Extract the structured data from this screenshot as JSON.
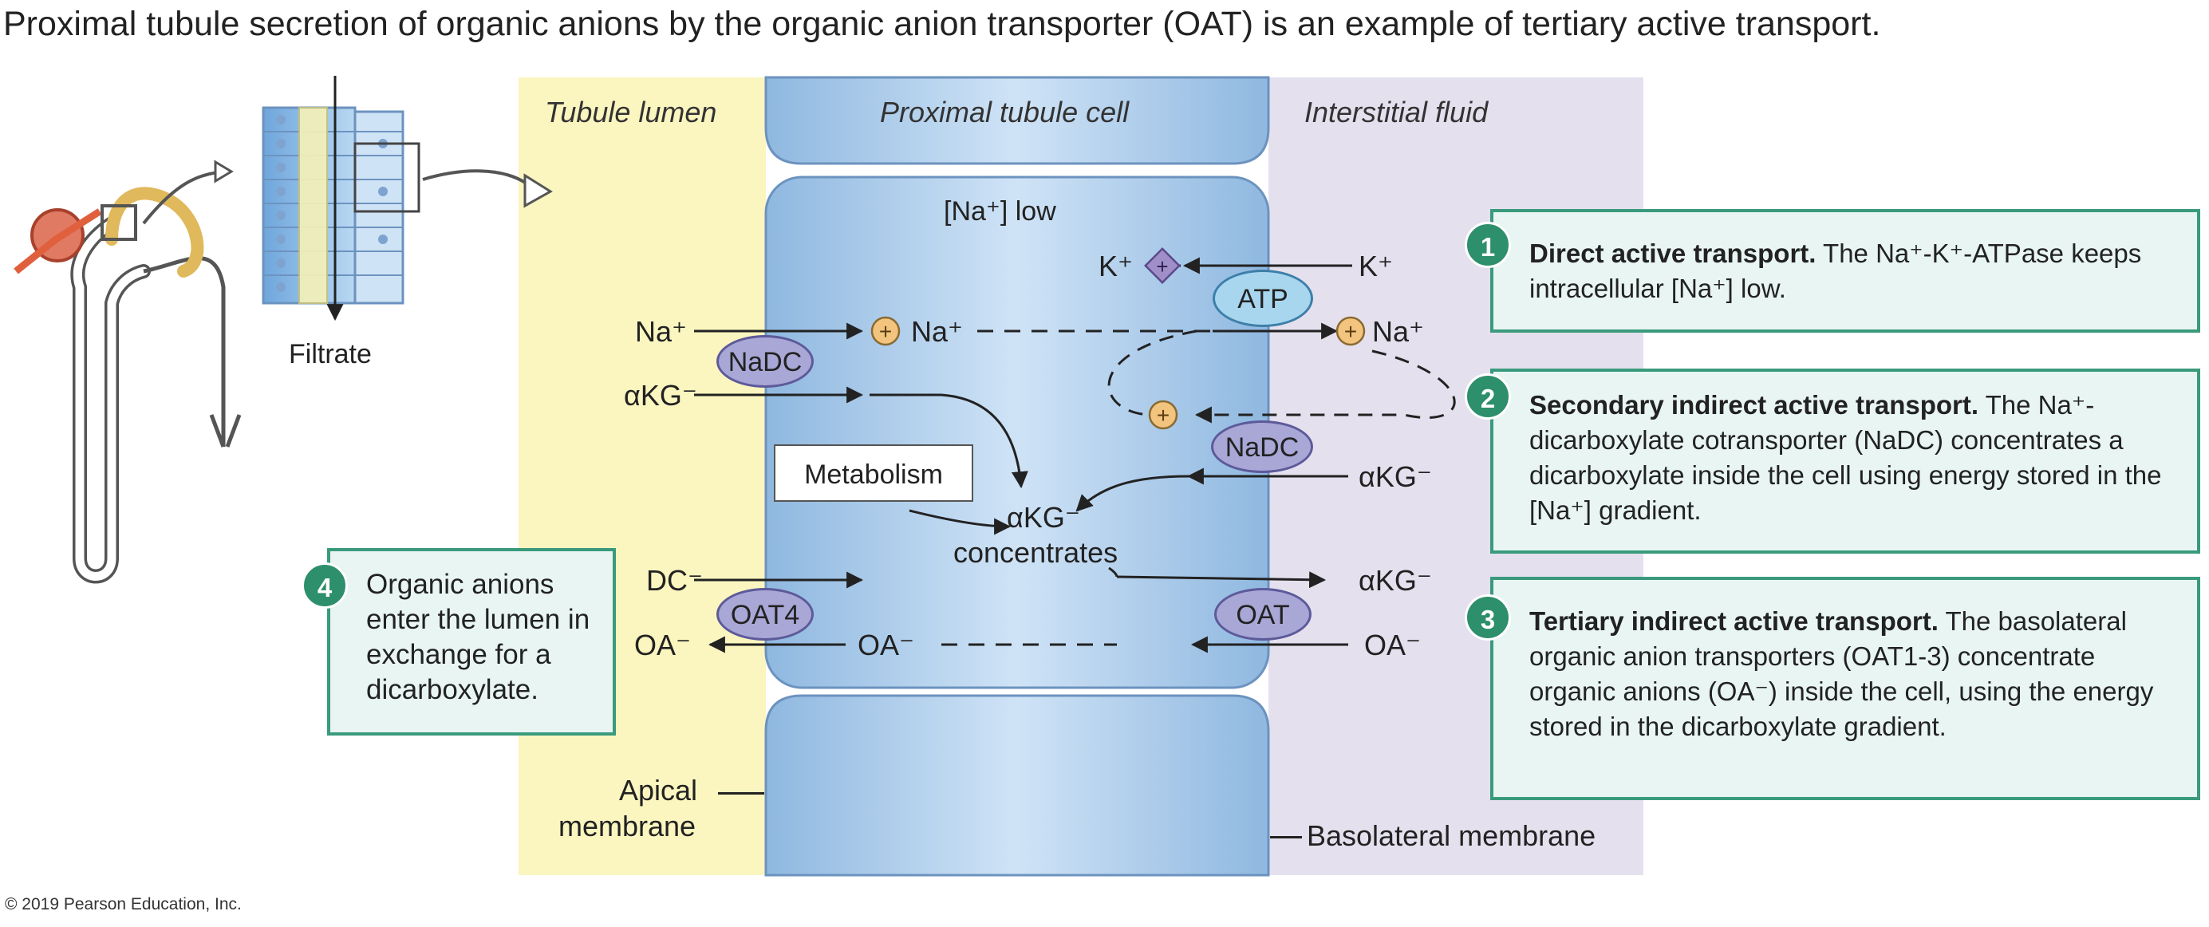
{
  "title": "Proximal tubule secretion of organic anions by the organic anion transporter (OAT) is an example of tertiary active transport.",
  "copyright": "© 2019 Pearson Education, Inc.",
  "regions": {
    "lumen": "Tubule lumen",
    "cell": "Proximal tubule cell",
    "interstitial": "Interstitial fluid"
  },
  "labels": {
    "filtrate": "Filtrate",
    "na_low": "[Na⁺] low",
    "na_left": "Na⁺",
    "akg_left": "αKG⁻",
    "na_mid": "Na⁺",
    "na_right": "Na⁺",
    "k_left": "K⁺",
    "k_right": "K⁺",
    "akg_right1": "αKG⁻",
    "akg_conc1": "αKG⁻",
    "akg_conc2": "concentrates",
    "dc_left": "DC⁻",
    "oa_left": "OA⁻",
    "oa_mid": "OA⁻",
    "oa_right": "OA⁻",
    "akg_right2": "αKG⁻",
    "apical1": "Apical",
    "apical2": "membrane",
    "basolateral": "Basolateral membrane",
    "metabolism": "Metabolism"
  },
  "transporters": {
    "nadc_apical": "NaDC",
    "atp": "ATP",
    "nadc_baso": "NaDC",
    "oat4": "OAT4",
    "oat": "OAT"
  },
  "callouts": [
    {
      "num": "1",
      "bold": "Direct active transport.",
      "text": " The Na⁺-K⁺-ATPase keeps intracellular [Na⁺] low."
    },
    {
      "num": "2",
      "bold": "Secondary indirect active transport.",
      "text": " The Na⁺-dicarboxylate cotransporter (NaDC) concentrates a dicarboxylate inside the cell using energy stored in the [Na⁺] gradient."
    },
    {
      "num": "3",
      "bold": "Tertiary indirect active transport.",
      "text": " The basolateral organic anion transporters (OAT1-3) concentrate organic anions (OA⁻) inside the cell, using the energy stored in the dicarboxylate gradient."
    },
    {
      "num": "4",
      "bold": "",
      "text": "Organic anions enter the lumen in exchange for a dicarboxylate."
    }
  ],
  "colors": {
    "lumen": "#fbf5bf",
    "interstitial": "#e4e0ee",
    "cell": "#a9cbea",
    "transporter": "#a9a7d6",
    "atp": "#a8d6ef",
    "callout_border": "#3a9a7c",
    "callout_fill": "#e8f5f3",
    "plus_circle": "#f2c47e"
  }
}
